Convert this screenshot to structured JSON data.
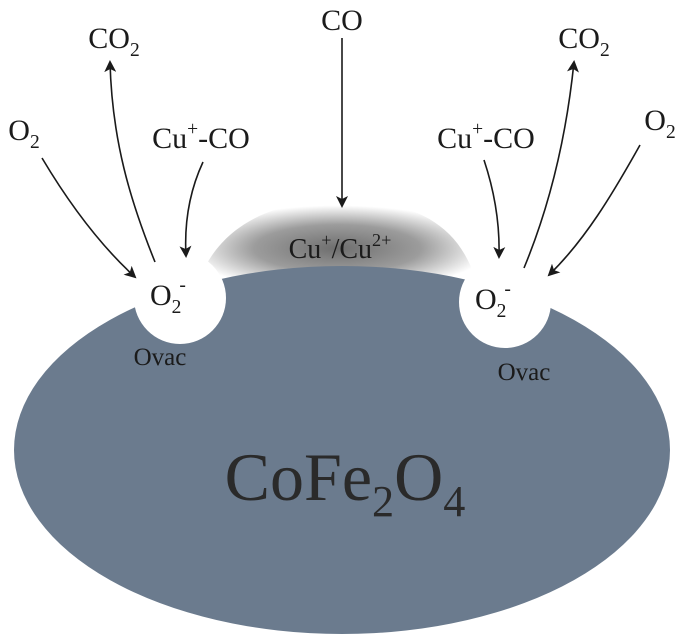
{
  "colors": {
    "particle": "#6b7b8e",
    "vacancy": "#ffffff",
    "arrow": "#1a1a1a",
    "cluster_dark": "#6e6e6e",
    "cluster_light": "#ffffff"
  },
  "labels": {
    "co_top": "CO",
    "co2_left": {
      "base": "CO",
      "sub": "2"
    },
    "co2_right": {
      "base": "CO",
      "sub": "2"
    },
    "o2_left": {
      "base": "O",
      "sub": "2"
    },
    "o2_right": {
      "base": "O",
      "sub": "2"
    },
    "cuco_left": {
      "base": "Cu",
      "sup": "+",
      "rest": "-CO"
    },
    "cuco_right": {
      "base": "Cu",
      "sup": "+",
      "rest": "-CO"
    },
    "cluster": {
      "a": "Cu",
      "a_sup": "+",
      "slash": "/Cu",
      "b_sup": "2+"
    },
    "superoxide_left": {
      "base": "O",
      "sub": "2",
      "sup": "-"
    },
    "superoxide_right": {
      "base": "O",
      "sub": "2",
      "sup": "-"
    },
    "ovac_left": "Ovac",
    "ovac_right": "Ovac",
    "support": {
      "a": "CoFe",
      "sub1": "2",
      "b": "O",
      "sub2": "4"
    }
  }
}
